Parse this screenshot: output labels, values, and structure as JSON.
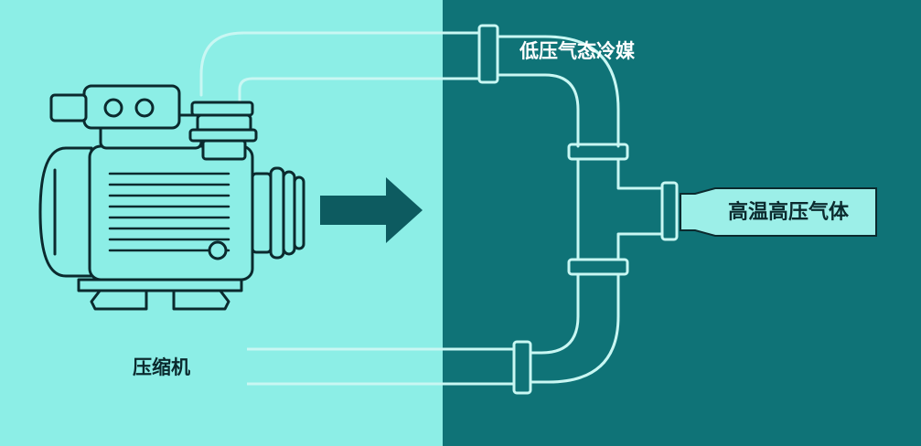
{
  "labels": {
    "low_pressure_refrigerant": "低压气态冷媒",
    "high_temp_high_pressure_gas": "高温高压气体",
    "compressor": "压缩机"
  },
  "colors": {
    "left_background": "#8ceee6",
    "right_background": "#0f7377",
    "line_dark": "#0b2a2e",
    "line_light": "#c9f7f3",
    "outlet_fill": "#9cefe8"
  },
  "icons": [
    "compressor-icon",
    "flow-arrow-icon",
    "pipe-network-icon"
  ]
}
